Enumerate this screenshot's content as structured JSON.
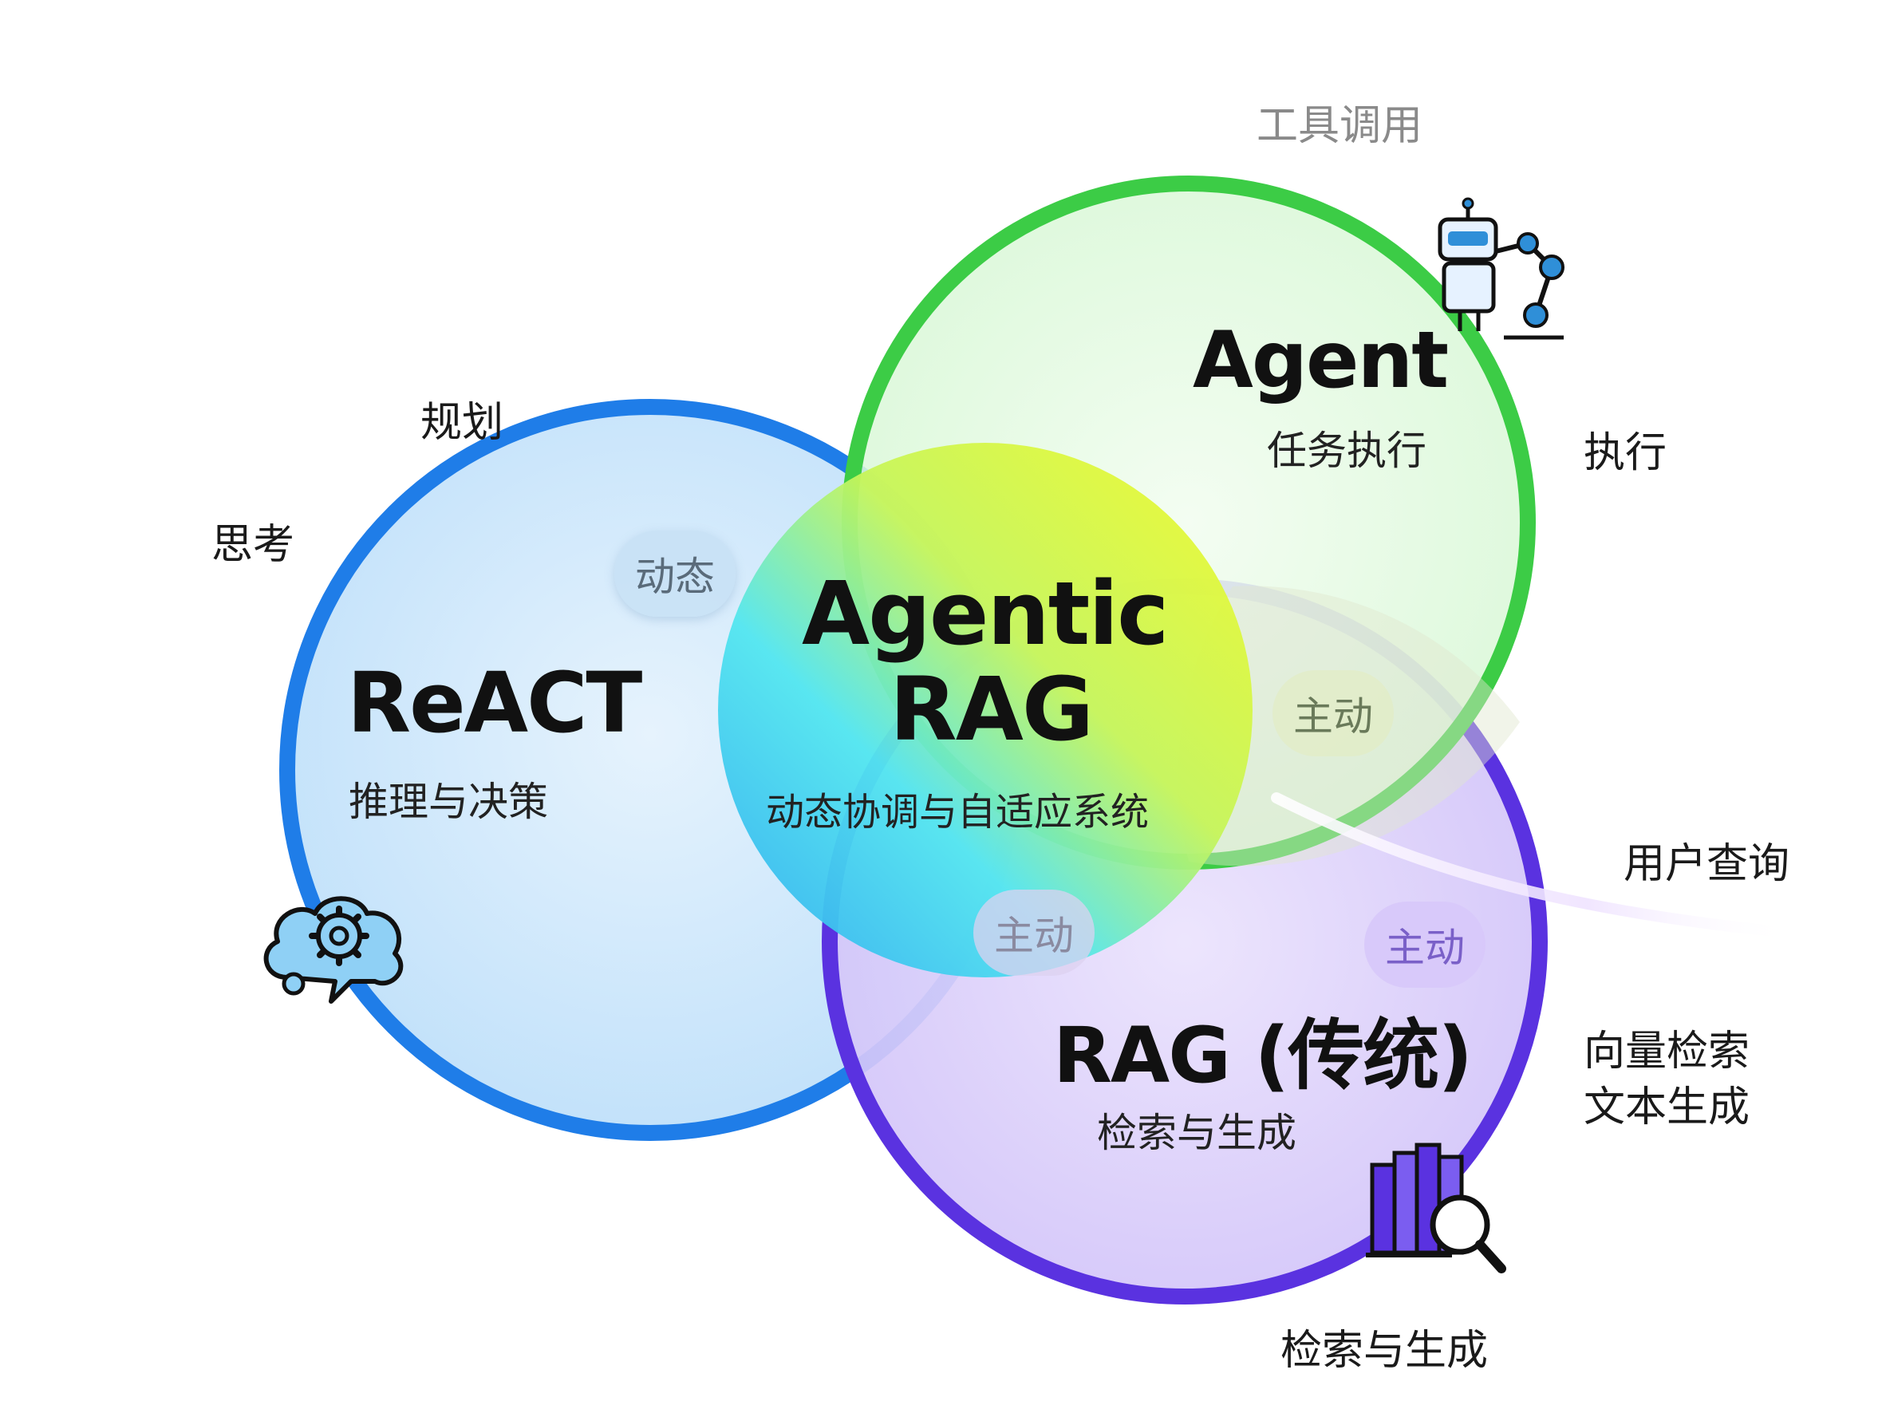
{
  "colors": {
    "react_ring": "#1f7de8",
    "agent_ring": "#3ccc46",
    "rag_ring": "#5a32e0",
    "center_yellow": "#e8f533",
    "center_cyan": "#40d0f0"
  },
  "outer_labels": {
    "tool_call": "工具调用",
    "planning": "规划",
    "thinking": "思考",
    "execute": "执行",
    "user_query": "用户查询",
    "vector_retrieval": "向量检索",
    "text_generation": "文本生成",
    "retrieval_generation_bottom": "检索与生成"
  },
  "circles": {
    "react": {
      "title": "ReACT",
      "subtitle": "推理与决策",
      "icon": "cloud-gear-icon"
    },
    "agent": {
      "title": "Agent",
      "subtitle": "任务执行",
      "icon": "robot-arm-icon"
    },
    "rag": {
      "title": "RAG (传统)",
      "subtitle": "检索与生成",
      "icon": "books-magnifier-icon"
    },
    "center": {
      "title_line1": "Agentic",
      "title_line2": "RAG",
      "subtitle": "动态协调与自适应系统"
    }
  },
  "pills": {
    "dynamic": "动态",
    "active_top_right": "主动",
    "active_bottom_left": "主动",
    "active_bottom_right": "主动"
  }
}
